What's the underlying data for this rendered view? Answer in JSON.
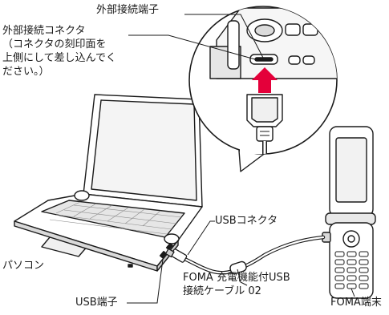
{
  "labels": {
    "external_port": "外部接続端子",
    "external_connector_title": "外部接続コネクタ",
    "external_connector_note": [
      "（コネクタの刻印面を",
      "上側にして差し込んでく",
      "ださい。）"
    ],
    "usb_connector": "USBコネクタ",
    "pc": "パソコン",
    "cable": [
      "FOMA 充電機能付USB",
      "接続ケーブル 02"
    ],
    "usb_port": "USB端子",
    "foma_terminal": "FOMA端末"
  },
  "colors": {
    "line": "#1a1a1a",
    "arrow": "#e4003a",
    "device_fill": "#ffffff",
    "shade": "#d9d9d9"
  }
}
